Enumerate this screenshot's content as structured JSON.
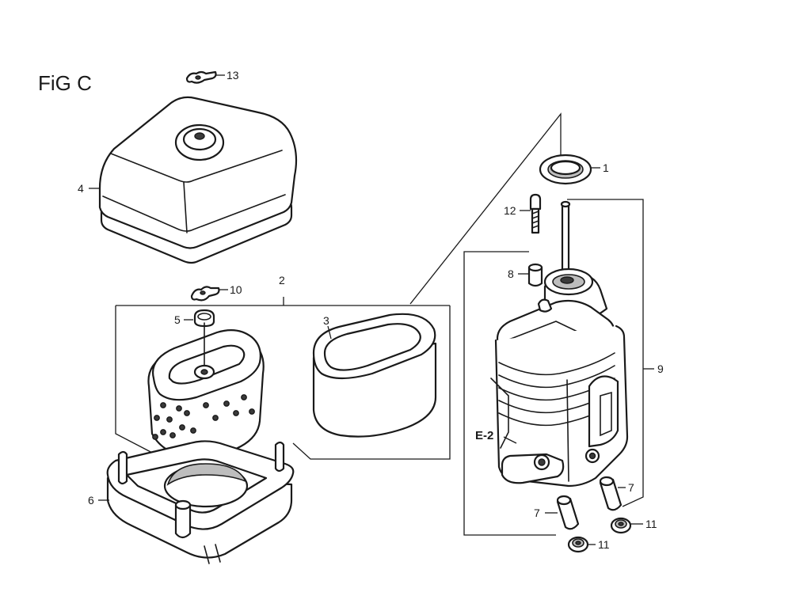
{
  "figure": {
    "title": "FiG C",
    "reference_label": "E-2"
  },
  "callouts": {
    "c1": "1",
    "c2": "2",
    "c3": "3",
    "c4": "4",
    "c5": "5",
    "c6": "6",
    "c7a": "7",
    "c7b": "7",
    "c8": "8",
    "c9": "9",
    "c10": "10",
    "c11a": "11",
    "c11b": "11",
    "c12": "12",
    "c13": "13"
  },
  "parts": [
    {
      "id": "1",
      "kind": "seal-ring"
    },
    {
      "id": "2",
      "kind": "air-cleaner-element-assembly"
    },
    {
      "id": "3",
      "kind": "outer-foam-element"
    },
    {
      "id": "4",
      "kind": "air-cleaner-cover"
    },
    {
      "id": "5",
      "kind": "wing-nut"
    },
    {
      "id": "6",
      "kind": "base-gasket"
    },
    {
      "id": "7",
      "kind": "collar"
    },
    {
      "id": "8",
      "kind": "collar"
    },
    {
      "id": "9",
      "kind": "air-cleaner-case"
    },
    {
      "id": "10",
      "kind": "wing-nut"
    },
    {
      "id": "11",
      "kind": "flange-nut"
    },
    {
      "id": "12",
      "kind": "stud-bolt"
    },
    {
      "id": "13",
      "kind": "wing-nut"
    }
  ]
}
